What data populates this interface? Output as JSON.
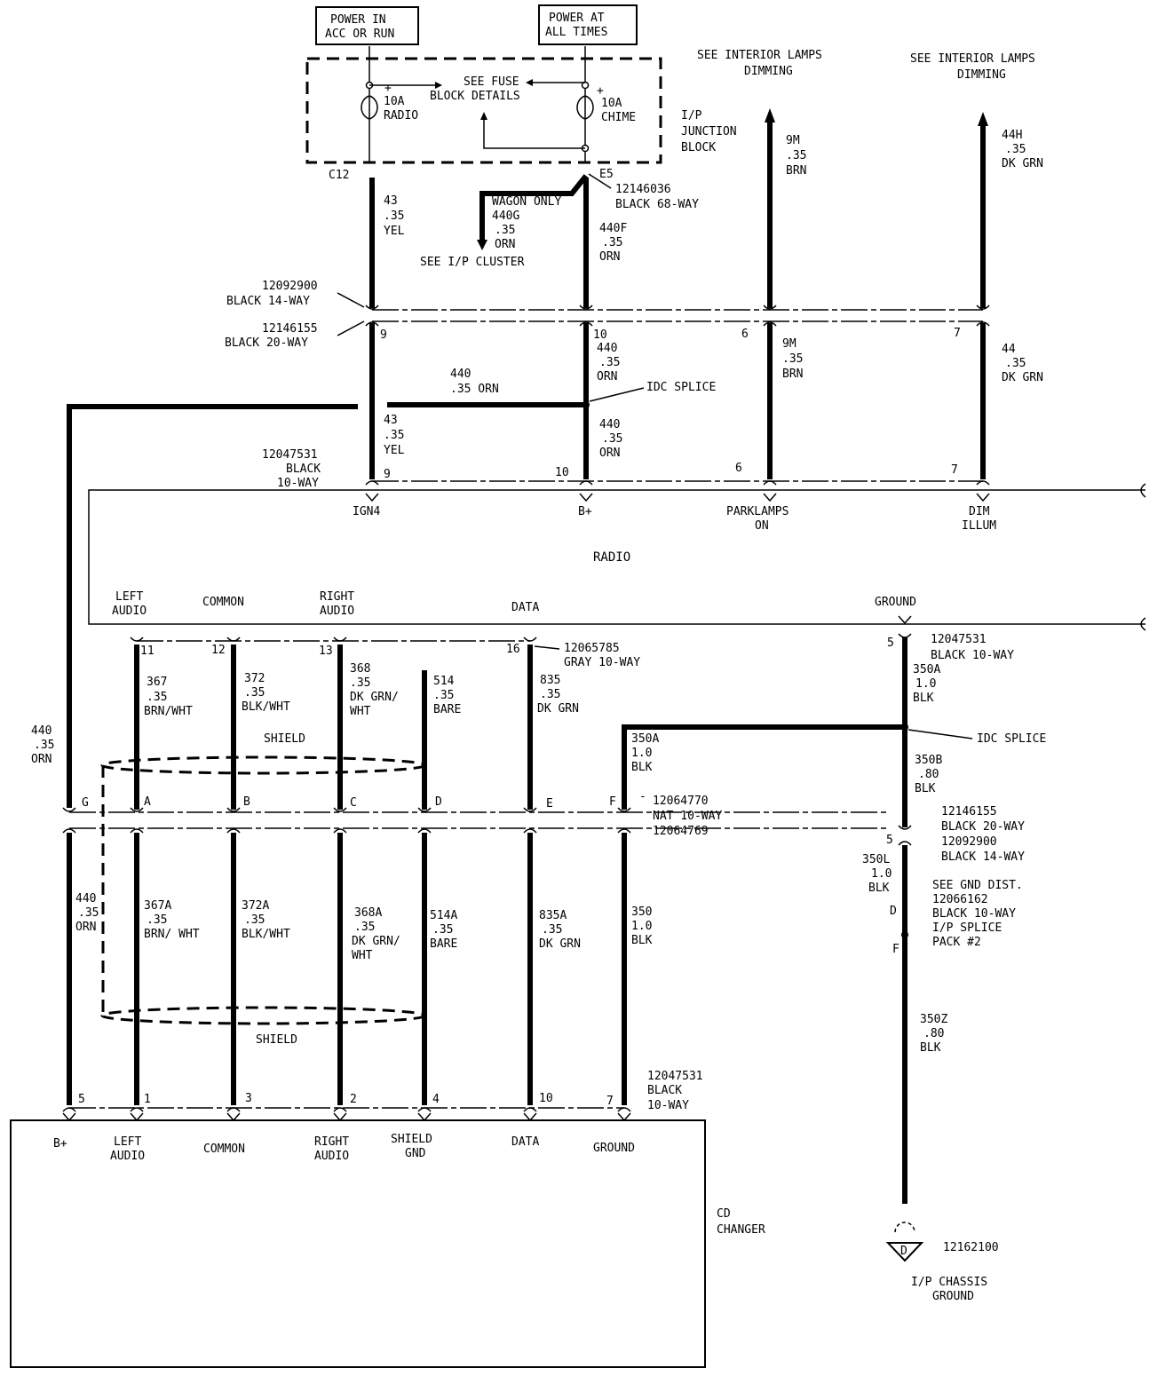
{
  "power": {
    "acc_run": [
      "POWER IN",
      "ACC OR RUN"
    ],
    "all_times": [
      "POWER AT",
      "ALL TIMES"
    ]
  },
  "fuse_block": {
    "see_details": [
      "SEE FUSE",
      "BLOCK DETAILS"
    ],
    "fuse_radio": [
      "10A",
      "RADIO"
    ],
    "fuse_chime": [
      "10A",
      "CHIME"
    ],
    "title": [
      "I/P",
      "JUNCTION",
      "BLOCK"
    ],
    "pin_c12": "C12",
    "pin_e5": "E5",
    "connector": [
      "12146036",
      "BLACK 68-WAY"
    ]
  },
  "interior_lamps": [
    "SEE INTERIOR LAMPS",
    "DIMMING"
  ],
  "wires_top": {
    "w43": [
      "43",
      ".35",
      "YEL"
    ],
    "w440g": [
      "WAGON ONLY",
      "440G",
      ".35",
      "ORN"
    ],
    "see_cluster": "SEE I/P CLUSTER",
    "w440f": [
      "440F",
      ".35",
      "ORN"
    ],
    "w9m_top": [
      "9M",
      ".35",
      "BRN"
    ],
    "w44h": [
      "44H",
      ".35",
      "DK GRN"
    ]
  },
  "connectors": {
    "c14": [
      "12092900",
      "BLACK 14-WAY"
    ],
    "c20": [
      "12146155",
      "BLACK 20-WAY"
    ],
    "radio_c10": [
      "12047531",
      "BLACK",
      "10-WAY"
    ],
    "radio_lower": [
      "12065785",
      "GRAY 10-WAY"
    ],
    "radio_gnd": [
      "12047531",
      "BLACK 10-WAY"
    ],
    "inline": [
      "12064770",
      "NAT 10-WAY",
      "12064769"
    ],
    "gnd_c20": [
      "12146155",
      "BLACK 20-WAY"
    ],
    "gnd_c14": [
      "12092900",
      "BLACK 14-WAY"
    ],
    "cd_c10": [
      "12047531",
      "BLACK",
      "10-WAY"
    ]
  },
  "pins_upper": {
    "p9": "9",
    "p10": "10",
    "p6": "6",
    "p7": "7"
  },
  "wires_mid": {
    "w440_h": [
      "440",
      ".35 ORN"
    ],
    "w440_pin10": [
      "440",
      ".35",
      "ORN"
    ],
    "w440_below": [
      "440",
      ".35",
      "ORN"
    ],
    "w43_mid": [
      "43",
      ".35",
      "YEL"
    ],
    "w9m": [
      "9M",
      ".35",
      "BRN"
    ],
    "w44": [
      "44",
      ".35",
      "DK GRN"
    ],
    "idc_splice": "IDC SPLICE"
  },
  "radio": {
    "title": "RADIO",
    "top_terms": {
      "ign4": "IGN4",
      "bplus": "B+",
      "parklamps": [
        "PARKLAMPS",
        "ON"
      ],
      "dim": [
        "DIM",
        "ILLUM"
      ]
    },
    "bottom_terms": {
      "left": [
        "LEFT",
        "AUDIO"
      ],
      "common": "COMMON",
      "right": [
        "RIGHT",
        "AUDIO"
      ],
      "data": "DATA",
      "ground": "GROUND"
    },
    "pins_lower": [
      "11",
      "12",
      "13",
      "16",
      "5"
    ]
  },
  "wires_low": {
    "w367": [
      "367",
      ".35",
      "BRN/WHT"
    ],
    "w372": [
      "372",
      ".35",
      "BLK/WHT"
    ],
    "w368": [
      "368",
      ".35",
      "DK GRN/",
      "WHT"
    ],
    "w514": [
      "514",
      ".35",
      "BARE"
    ],
    "w835": [
      "835",
      ".35",
      "DK GRN"
    ],
    "w350a_top": [
      "350A",
      "1.0",
      "BLK"
    ],
    "w350a_left": [
      "350A",
      "1.0",
      "BLK"
    ],
    "w350b": [
      "350B",
      ".80",
      "BLK"
    ],
    "idc_splice": "IDC SPLICE",
    "shield_top": "SHIELD",
    "shield_bot": "SHIELD",
    "w440_left": [
      "440",
      ".35",
      "ORN"
    ]
  },
  "inline_pins": [
    "G",
    "A",
    "B",
    "C",
    "D",
    "E",
    "F"
  ],
  "wires_bottom": {
    "w440": [
      "440",
      ".35",
      "ORN"
    ],
    "w367a": [
      "367A",
      ".35",
      "BRN/ WHT"
    ],
    "w372a": [
      "372A",
      ".35",
      "BLK/WHT"
    ],
    "w368a": [
      "368A",
      ".35",
      "DK GRN/",
      "WHT"
    ],
    "w514a": [
      "514A",
      ".35",
      "BARE"
    ],
    "w835a": [
      "835A",
      ".35",
      "DK GRN"
    ],
    "w350": [
      "350",
      "1.0",
      "BLK"
    ]
  },
  "ground_path": {
    "pin5": "5",
    "w350l": [
      "350L",
      "1.0",
      "BLK"
    ],
    "pin_d": "D",
    "pin_f": "F",
    "see_gnd": [
      "SEE GND DIST.",
      "12066162",
      "BLACK 10-WAY",
      "I/P SPLICE",
      "PACK #2"
    ],
    "w350z": [
      "350Z",
      ".80",
      "BLK"
    ],
    "ground_id": "12162100",
    "ground_sym": "D",
    "ground_label": [
      "I/P CHASSIS",
      "GROUND"
    ]
  },
  "cd_changer": {
    "title": [
      "CD",
      "CHANGER"
    ],
    "pins": [
      "5",
      "1",
      "3",
      "2",
      "4",
      "10",
      "7"
    ],
    "terms": {
      "bplus": "B+",
      "left": [
        "LEFT",
        "AUDIO"
      ],
      "common": "COMMON",
      "right": [
        "RIGHT",
        "AUDIO"
      ],
      "shield": [
        "SHIELD",
        "GND"
      ],
      "data": "DATA",
      "ground": "GROUND"
    }
  }
}
